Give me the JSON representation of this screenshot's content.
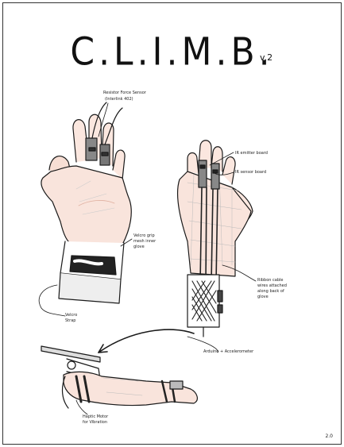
{
  "title": "C.L.I.M.B.",
  "version": "v.2",
  "labels": {
    "force_sensor": "Resistor Force Sensor",
    "force_sensor_sub": "(Interlink 402)",
    "palm_grip": "Velcro grip\nmesh inner\nglove",
    "velcro_strap": "Velcro\nStrap",
    "ir_emitter": "IR emitter board",
    "ir_receiver": "IR sensor board",
    "ribbon_cable": "Ribbon cable\nwires attached\nalong back of\nglove",
    "accelerometer": "Arduino + Accelerometer",
    "haptic_motor": "Haptic Motor\nfor Vibration"
  },
  "page_number": "2.0"
}
